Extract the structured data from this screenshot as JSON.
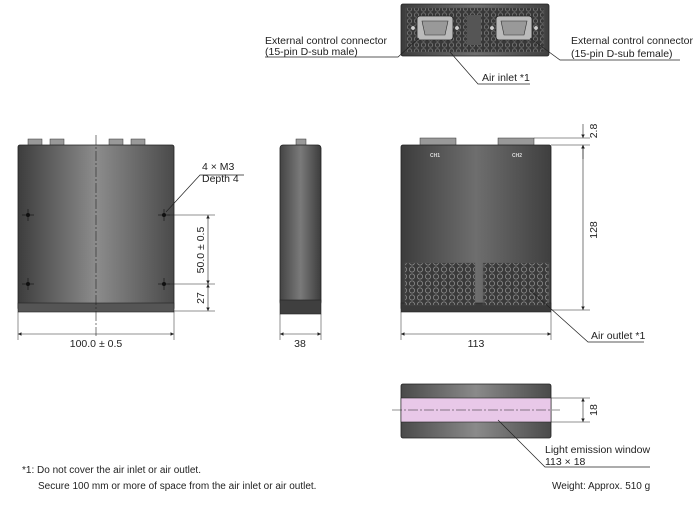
{
  "callouts": {
    "ext_male": [
      "External control connector",
      "(15-pin D-sub male)"
    ],
    "ext_female": [
      "External control connector",
      "(15-pin D-sub female)"
    ],
    "air_inlet": "Air inlet *1",
    "air_outlet": "Air outlet *1",
    "mount_holes": [
      "4 × M3",
      "Depth 4"
    ],
    "light_window": [
      "Light emission window",
      "113 × 18"
    ]
  },
  "connector_labels": {
    "ch1": "CH1",
    "ch2": "CH2"
  },
  "dimensions": {
    "front_width": "100.0 ± 0.5",
    "hole_spacing": "50.0 ± 0.5",
    "hole_bottom": "27",
    "side_width": "38",
    "rear_width": "113",
    "height": "128",
    "connector_height": "2.8",
    "window_height": "18"
  },
  "notes": {
    "mark": "*1:",
    "line1": "Do not cover the air inlet or air outlet.",
    "line2": "Secure 100 mm or more of space from the air inlet or air outlet."
  },
  "weight": "Weight: Approx. 510 g",
  "colors": {
    "body_dark": "#3f3f3f",
    "body_light": "#8a8a8a",
    "window": "#e8c8e8",
    "line": "#222222"
  }
}
